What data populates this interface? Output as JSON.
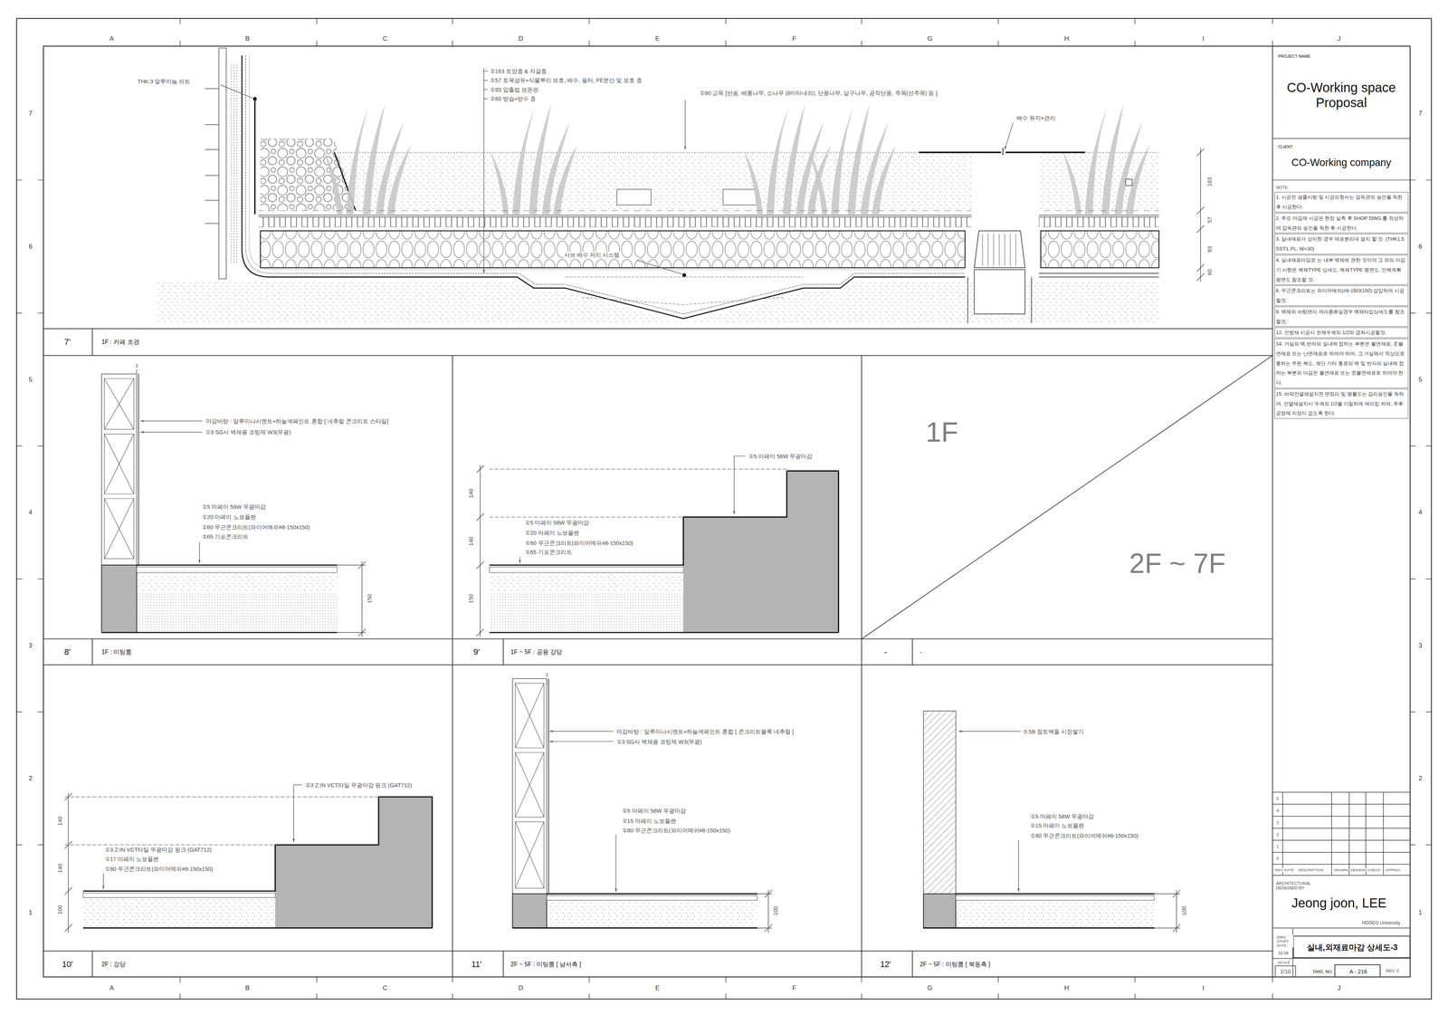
{
  "diagram": {
    "nodes": [
      {
        "text": [
          "7'",
          "1F : 카페 조경"
        ]
      },
      {
        "text": [
          "8'",
          "1F : 미팅룸"
        ]
      },
      {
        "text": [
          "9'",
          "1F ~ 5F : 공용 강당"
        ]
      },
      {
        "text": [
          "-",
          "-"
        ]
      },
      {
        "text": [
          "10'",
          "2F : 강당"
        ]
      },
      {
        "text": [
          "11'",
          "2F ~ 5F : 미팅룸 [ 남서측 ]"
        ]
      },
      {
        "text": [
          "12'",
          "2F ~ 5F : 미팅룸 [ 북동측 ]"
        ]
      },
      {
        "text": [
          "PROJECT NAME",
          "CO-Working space Proposal"
        ]
      },
      {
        "text": [
          "CLIENT",
          "CO-Working company"
        ]
      },
      {
        "text": [
          "실내,외재료마감 상세도-3"
        ]
      },
      {
        "text": [
          "DWG. NO.",
          "A - 216"
        ]
      }
    ],
    "labels": [
      "A",
      "B",
      "C",
      "D",
      "E",
      "F",
      "G",
      "H",
      "I",
      "J",
      "A",
      "B",
      "C",
      "D",
      "E",
      "F",
      "G",
      "H",
      "I",
      "J",
      "7",
      "6",
      "5",
      "4",
      "3",
      "2",
      "1",
      "7",
      "6",
      "5",
      "4",
      "3",
      "2",
      "1",
      "THK:3 알루미늄 쉬트",
      "①163 토양층 & 자갈층",
      "①57 토목섬유+식물뿌리 보호, 배수, 필터, PE분산 및 보호 층",
      "①93 압출법 보온판",
      "①60 방습+방수 층",
      "①90 교목 [반송, 배롱나무, 소나무 (8미터내외), 단풍나무, 살구나무, 공작단풍, 주목(선주목) 등 ]",
      "배수 유지+관리",
      "서브 배수 처리 시스템",
      "163",
      "57",
      "93",
      "60",
      "3",
      "마감바탕 : 알루미나시멘트+하늘색페인트 혼합 [ 네추럴 콘크리트 스타일]",
      "①3 SG사 벽체용 코팅제 W3(무광)",
      "①5 마페이 58W 무광마감",
      "①20 마페이 노보플랜",
      "①60 무근콘크리트(와이어메쉬#8-150x150)",
      "①65 기포콘크리트",
      "150",
      "①5 마페이 58W 무광마감",
      "①5 마페이 58W 무광마감",
      "①20 마페이 노보플랜",
      "①60 무근콘크리트(와이어메쉬#8-150x150)",
      "①65 기포콘크리트",
      "140",
      "140",
      "150",
      "1F",
      "2F ~ 7F",
      "①3 Z:IN VCT타일 무광마감 핑크 (GAT712)",
      "①3 Z:IN VCT타일 무광마감 핑크 (GAT712)",
      "①17 마페이 노보플랜",
      "①80 무근콘크리트(와이어메쉬#8-150x150)",
      "140",
      "140",
      "100",
      "3",
      "마감바탕 : 알루미나시멘트+하늘색페인트 혼합 [ 콘크리트블록 네추럴 ]",
      "①3 SG사 벽체용 코팅제 W3(무광)",
      "①5 마페이 58W 무광마감",
      "①15 마페이 노보플랜",
      "①80 무근콘크리트(와이어메쉬#8-150x150)",
      "100",
      "0.5B 점토벽돌 시장쌓기",
      "①5 마페이 58W 무광마감",
      "①15 마페이 노보플랜",
      "①80 무근콘크리트(와이어메쉬#8-150x150)",
      "100",
      "NOTE",
      "1. 시공전 샘플시방 및 시공요청서는 감독관의 승인을 득한 후 시공한다.",
      "2. 주요 마감재 시공은 현장 실측 후 SHOP DWG.를 작성하여 감독관의 승인을 득한 후 시공한다.",
      "3. 실내재료가 상이한 경우 재료분리대 설치 할 것. (THK1.5 SST'L PL. W=30)",
      "4. 실내재료마감표 는 내부 벽체에 관한 것이며 그 외의 마감기 사항은 벽체TYPE 상세도, 벽체TYPE 평면도, 안벽계획 평면도 참조할 것.",
      "6. 무근콘크리트는 와이어메쉬(#8-150X150) 삽입하여 시공할것.",
      "9. 벽체의 바탕면이 여러종류일경우 벽체타입상세도를 참조할것.",
      "12. 인방재 시공시 전체두께의 1/2와 겹쳐시공할것.",
      "14. 거실의 벽,반자의 실내에 접하는 부분은 불연재료, 준불연재료 또는 난연재료로 하여야 하며, 그 거실에서 직상으로 통하는 주된 복도, 계단 기타 통로의 벽 및 반자의 실내에 접하는 부분의 마감은 불연재료 또는 준불연재료로 하여야 한다.",
      "15. 바닥안열재설치전 면정리 및 평활도는 감리승인을 득하며, 안열재설치시 두께의 1/2을 기밀하게 메이킹 하여, 추후공정에 지장이 없도록 한다.",
      "5",
      "4",
      "3",
      "2",
      "1",
      "0",
      "REV. DATE",
      "DESCRIPTION",
      "DRAWN",
      "DESIGN",
      "CHECK",
      "APPROV.",
      "ARCHITECTURAL DESIGNED BY",
      "Jeong joon, LEE",
      "HOSEO University",
      "DWG. START DATE",
      "18.08",
      "SCALE",
      "1/10",
      "REV. 0"
    ]
  }
}
